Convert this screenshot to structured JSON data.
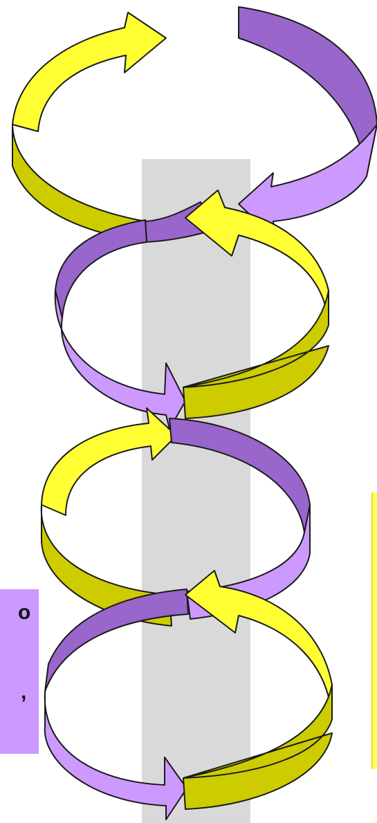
{
  "colors": {
    "background": "#ffffff",
    "center_bar": "#d9d9d9",
    "yellow_light": "#ffff33",
    "yellow_dark": "#cccc00",
    "purple_light": "#cc99ff",
    "purple_dark": "#9966cc",
    "outline": "#1a1a1a",
    "left_panel": "#cc99ff",
    "right_panel": "#ffff66"
  },
  "diagram": {
    "coils": [
      {
        "id": "coil-1",
        "front_left_arrow_color": "yellow",
        "back_right_arrow_color": "purple"
      },
      {
        "id": "coil-2",
        "front_left_arrow_color": "purple",
        "back_right_arrow_color": "yellow"
      },
      {
        "id": "coil-3",
        "front_left_arrow_color": "yellow",
        "back_right_arrow_color": "purple"
      },
      {
        "id": "coil-4",
        "front_left_arrow_color": "purple",
        "back_right_arrow_color": "yellow"
      }
    ]
  },
  "left_panel": {
    "text_line_1": "o",
    "text_line_2": ","
  },
  "right_panel": {
    "text": ""
  }
}
